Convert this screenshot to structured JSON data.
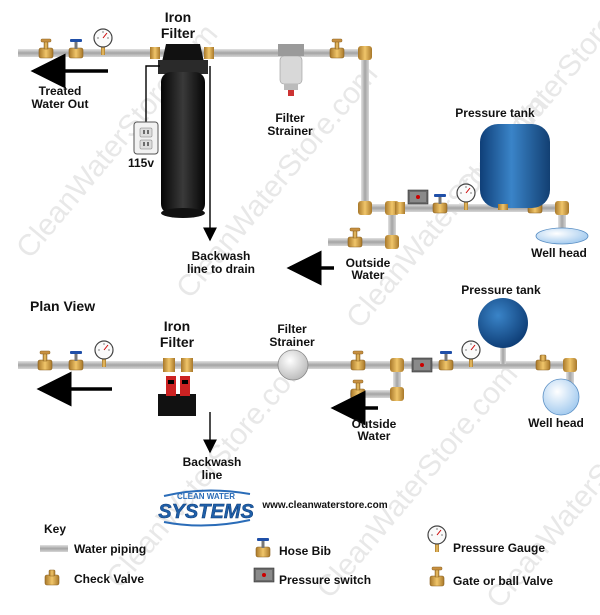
{
  "top_view": {
    "iron_filter_label": [
      "Iron",
      "Filter"
    ],
    "treated_water_out_label": [
      "Treated",
      "Water Out"
    ],
    "outlet_voltage": "115v",
    "filter_strainer_label": [
      "Filter",
      "Strainer"
    ],
    "pressure_tank_label": "Pressure tank",
    "backwash_label": [
      "Backwash",
      "line to drain"
    ],
    "outside_water_label": [
      "Outside",
      "Water"
    ],
    "well_head_label": "Well head"
  },
  "plan_view": {
    "title": "Plan View",
    "iron_filter_label": [
      "Iron",
      "Filter"
    ],
    "filter_strainer_label": [
      "Filter",
      "Strainer"
    ],
    "pressure_tank_label": "Pressure tank",
    "backwash_label": [
      "Backwash",
      "line"
    ],
    "outside_water_label": [
      "Outside",
      "Water"
    ],
    "well_head_label": "Well head"
  },
  "branding": {
    "logo_top": "CLEAN WATER",
    "logo_main": "SYSTEMS",
    "url": "www.cleanwaterstore.com",
    "watermark": "CleanWaterStore.com"
  },
  "key": {
    "title": "Key",
    "items": {
      "water_piping": "Water piping",
      "check_valve": "Check Valve",
      "hose_bib": "Hose Bib",
      "pressure_switch": "Pressure switch",
      "pressure_gauge": "Pressure Gauge",
      "gate_valve": "Gate or ball Valve"
    }
  },
  "colors": {
    "pipe": "#a9a9a9",
    "brass": "#d4a040",
    "tank_blue": "#1f5fa0",
    "filter_black": "#1a1a1a",
    "arrow": "#000000"
  }
}
